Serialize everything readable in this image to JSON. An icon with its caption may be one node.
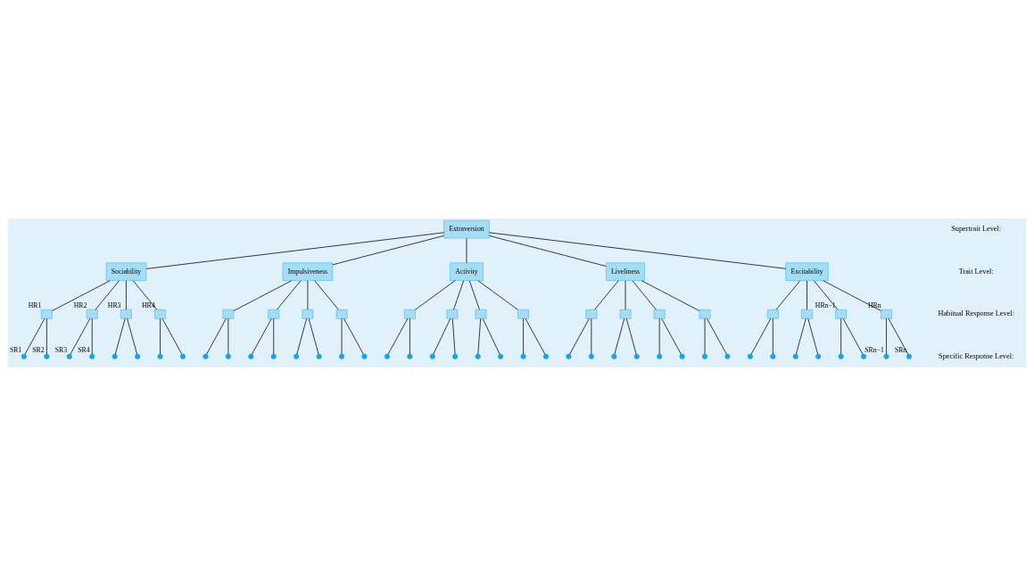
{
  "diagram": {
    "nodes": [
      {
        "text": [
          "Extraversion"
        ]
      },
      {
        "text": [
          "Sociability"
        ]
      },
      {
        "text": [
          "Impulsiveness"
        ]
      },
      {
        "text": [
          "Activity"
        ]
      },
      {
        "text": [
          "Liveliness"
        ]
      },
      {
        "text": [
          "Excitability"
        ]
      },
      {
        "text": [],
        "shape": "box",
        "beside": [
          "HR1"
        ]
      },
      {
        "text": [],
        "shape": "box",
        "beside": [
          "HR2"
        ]
      },
      {
        "text": [],
        "shape": "box",
        "beside": [
          "HR3"
        ]
      },
      {
        "text": [],
        "shape": "box",
        "beside": [
          "HR4"
        ]
      },
      {
        "text": [],
        "shape": "box"
      },
      {
        "text": [],
        "shape": "box"
      },
      {
        "text": [],
        "shape": "box"
      },
      {
        "text": [],
        "shape": "box"
      },
      {
        "text": [],
        "shape": "box"
      },
      {
        "text": [],
        "shape": "box"
      },
      {
        "text": [],
        "shape": "box"
      },
      {
        "text": [],
        "shape": "box"
      },
      {
        "text": [],
        "shape": "box"
      },
      {
        "text": [],
        "shape": "box"
      },
      {
        "text": [],
        "shape": "box"
      },
      {
        "text": [],
        "shape": "box"
      },
      {
        "text": [],
        "shape": "box"
      },
      {
        "text": [],
        "shape": "box"
      },
      {
        "text": [],
        "shape": "box",
        "beside": [
          "HRn−1"
        ]
      },
      {
        "text": [],
        "shape": "box",
        "beside": [
          "HRn"
        ]
      },
      {
        "text": [],
        "shape": "circle",
        "beside": [
          "SR1"
        ]
      },
      {
        "text": [],
        "shape": "circle",
        "beside": [
          "SR2"
        ]
      },
      {
        "text": [],
        "shape": "circle",
        "beside": [
          "SR3"
        ]
      },
      {
        "text": [],
        "shape": "circle",
        "beside": [
          "SR4"
        ]
      },
      {
        "text": [],
        "shape": "circle"
      },
      {
        "text": [],
        "shape": "circle"
      },
      {
        "text": [],
        "shape": "circle"
      },
      {
        "text": [],
        "shape": "circle"
      },
      {
        "text": [],
        "shape": "circle"
      },
      {
        "text": [],
        "shape": "circle"
      },
      {
        "text": [],
        "shape": "circle"
      },
      {
        "text": [],
        "shape": "circle"
      },
      {
        "text": [],
        "shape": "circle"
      },
      {
        "text": [],
        "shape": "circle"
      },
      {
        "text": [],
        "shape": "circle"
      },
      {
        "text": [],
        "shape": "circle"
      },
      {
        "text": [],
        "shape": "circle"
      },
      {
        "text": [],
        "shape": "circle"
      },
      {
        "text": [],
        "shape": "circle"
      },
      {
        "text": [],
        "shape": "circle"
      },
      {
        "text": [],
        "shape": "circle"
      },
      {
        "text": [],
        "shape": "circle"
      },
      {
        "text": [],
        "shape": "circle"
      },
      {
        "text": [],
        "shape": "circle"
      },
      {
        "text": [],
        "shape": "circle"
      },
      {
        "text": [],
        "shape": "circle"
      },
      {
        "text": [],
        "shape": "circle"
      },
      {
        "text": [],
        "shape": "circle"
      },
      {
        "text": [],
        "shape": "circle"
      },
      {
        "text": [],
        "shape": "circle"
      },
      {
        "text": [],
        "shape": "circle"
      },
      {
        "text": [],
        "shape": "circle"
      },
      {
        "text": [],
        "shape": "circle"
      },
      {
        "text": [],
        "shape": "circle"
      },
      {
        "text": [],
        "shape": "circle"
      },
      {
        "text": [],
        "shape": "circle"
      },
      {
        "text": [],
        "shape": "circle"
      },
      {
        "text": [],
        "shape": "circle"
      },
      {
        "text": [],
        "shape": "circle",
        "beside": [
          "SRn−1"
        ]
      },
      {
        "text": [],
        "shape": "circle",
        "beside": [
          "SRn"
        ]
      }
    ],
    "edges": [
      {
        "from": 0,
        "to": 1,
        "arrow": "none"
      },
      {
        "from": 0,
        "to": 2,
        "arrow": "none"
      },
      {
        "from": 0,
        "to": 3,
        "arrow": "none"
      },
      {
        "from": 0,
        "to": 4,
        "arrow": "none"
      },
      {
        "from": 0,
        "to": 5,
        "arrow": "none"
      },
      {
        "from": 1,
        "to": 6,
        "arrow": "none"
      },
      {
        "from": 1,
        "to": 7,
        "arrow": "none"
      },
      {
        "from": 1,
        "to": 8,
        "arrow": "none"
      },
      {
        "from": 1,
        "to": 9,
        "arrow": "none"
      },
      {
        "from": 2,
        "to": 10,
        "arrow": "none"
      },
      {
        "from": 2,
        "to": 11,
        "arrow": "none"
      },
      {
        "from": 2,
        "to": 12,
        "arrow": "none"
      },
      {
        "from": 2,
        "to": 13,
        "arrow": "none"
      },
      {
        "from": 3,
        "to": 14,
        "arrow": "none"
      },
      {
        "from": 3,
        "to": 15,
        "arrow": "none"
      },
      {
        "from": 3,
        "to": 16,
        "arrow": "none"
      },
      {
        "from": 3,
        "to": 17,
        "arrow": "none"
      },
      {
        "from": 4,
        "to": 18,
        "arrow": "none"
      },
      {
        "from": 4,
        "to": 19,
        "arrow": "none"
      },
      {
        "from": 4,
        "to": 20,
        "arrow": "none"
      },
      {
        "from": 4,
        "to": 21,
        "arrow": "none"
      },
      {
        "from": 5,
        "to": 22,
        "arrow": "none"
      },
      {
        "from": 5,
        "to": 23,
        "arrow": "none"
      },
      {
        "from": 5,
        "to": 24,
        "arrow": "none"
      },
      {
        "from": 5,
        "to": 25,
        "arrow": "none"
      },
      {
        "from": 6,
        "to": 26,
        "arrow": "none"
      },
      {
        "from": 6,
        "to": 27,
        "arrow": "none"
      },
      {
        "from": 7,
        "to": 28,
        "arrow": "none"
      },
      {
        "from": 7,
        "to": 29,
        "arrow": "none"
      },
      {
        "from": 8,
        "to": 30,
        "arrow": "none"
      },
      {
        "from": 8,
        "to": 31,
        "arrow": "none"
      },
      {
        "from": 9,
        "to": 32,
        "arrow": "none"
      },
      {
        "from": 9,
        "to": 33,
        "arrow": "none"
      },
      {
        "from": 10,
        "to": 34,
        "arrow": "none"
      },
      {
        "from": 10,
        "to": 35,
        "arrow": "none"
      },
      {
        "from": 11,
        "to": 36,
        "arrow": "none"
      },
      {
        "from": 11,
        "to": 37,
        "arrow": "none"
      },
      {
        "from": 12,
        "to": 38,
        "arrow": "none"
      },
      {
        "from": 12,
        "to": 39,
        "arrow": "none"
      },
      {
        "from": 13,
        "to": 40,
        "arrow": "none"
      },
      {
        "from": 13,
        "to": 41,
        "arrow": "none"
      },
      {
        "from": 14,
        "to": 42,
        "arrow": "none"
      },
      {
        "from": 14,
        "to": 43,
        "arrow": "none"
      },
      {
        "from": 15,
        "to": 44,
        "arrow": "none"
      },
      {
        "from": 15,
        "to": 45,
        "arrow": "none"
      },
      {
        "from": 16,
        "to": 46,
        "arrow": "none"
      },
      {
        "from": 16,
        "to": 47,
        "arrow": "none"
      },
      {
        "from": 17,
        "to": 48,
        "arrow": "none"
      },
      {
        "from": 17,
        "to": 49,
        "arrow": "none"
      },
      {
        "from": 18,
        "to": 50,
        "arrow": "none"
      },
      {
        "from": 18,
        "to": 51,
        "arrow": "none"
      },
      {
        "from": 19,
        "to": 52,
        "arrow": "none"
      },
      {
        "from": 19,
        "to": 53,
        "arrow": "none"
      },
      {
        "from": 20,
        "to": 54,
        "arrow": "none"
      },
      {
        "from": 20,
        "to": 55,
        "arrow": "none"
      },
      {
        "from": 21,
        "to": 56,
        "arrow": "none"
      },
      {
        "from": 21,
        "to": 57,
        "arrow": "none"
      },
      {
        "from": 22,
        "to": 58,
        "arrow": "none"
      },
      {
        "from": 22,
        "to": 59,
        "arrow": "none"
      },
      {
        "from": 23,
        "to": 60,
        "arrow": "none"
      },
      {
        "from": 23,
        "to": 61,
        "arrow": "none"
      },
      {
        "from": 24,
        "to": 62,
        "arrow": "none"
      },
      {
        "from": 24,
        "to": 63,
        "arrow": "none"
      },
      {
        "from": 25,
        "to": 64,
        "arrow": "none"
      },
      {
        "from": 25,
        "to": 65,
        "arrow": "none"
      }
    ],
    "labels": [
      "Supertrait Level:",
      "Trait Level:",
      "Habitual Response Level:",
      "Specific Response Level:"
    ]
  }
}
